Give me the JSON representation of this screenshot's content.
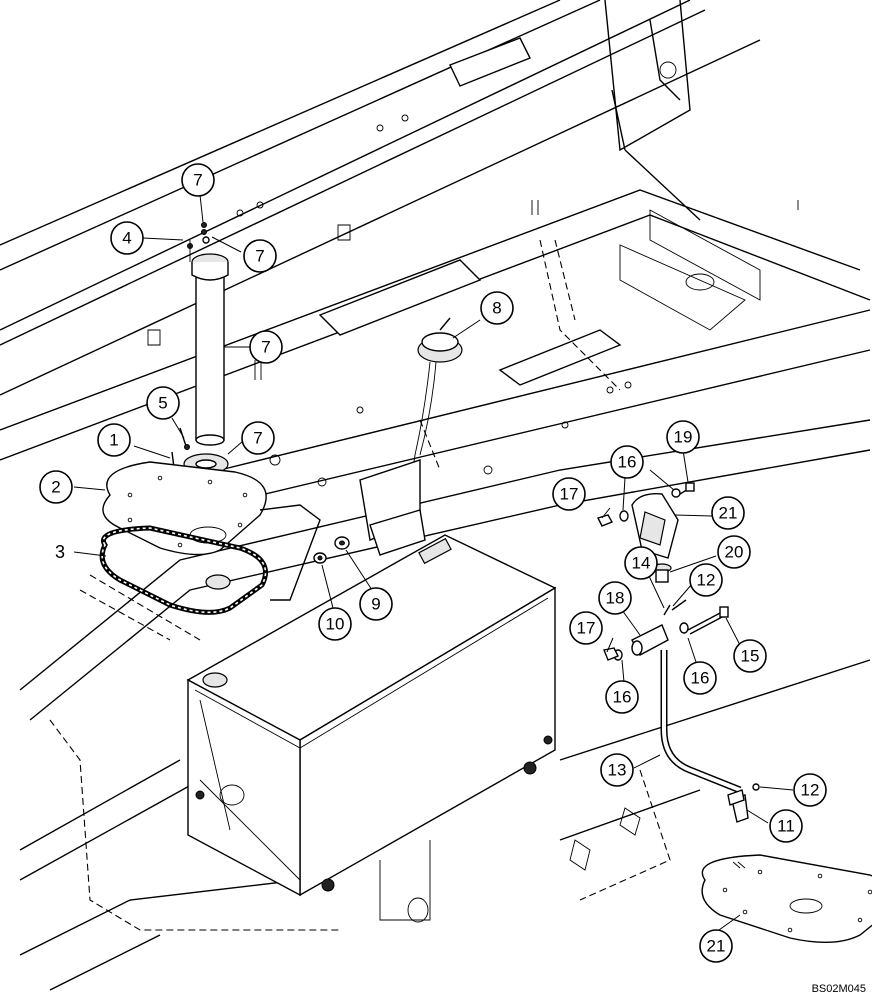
{
  "drawing_id": "BS02M045",
  "callouts": [
    {
      "label": "7"
    },
    {
      "label": "4"
    },
    {
      "label": "7"
    },
    {
      "label": "7"
    },
    {
      "label": "8"
    },
    {
      "label": "5"
    },
    {
      "label": "1"
    },
    {
      "label": "7"
    },
    {
      "label": "2"
    },
    {
      "label": "19"
    },
    {
      "label": "16"
    },
    {
      "label": "17"
    },
    {
      "label": "21"
    },
    {
      "label": "3"
    },
    {
      "label": "20"
    },
    {
      "label": "14"
    },
    {
      "label": "12"
    },
    {
      "label": "18"
    },
    {
      "label": "10"
    },
    {
      "label": "9"
    },
    {
      "label": "17"
    },
    {
      "label": "15"
    },
    {
      "label": "16"
    },
    {
      "label": "16"
    },
    {
      "label": "13"
    },
    {
      "label": "12"
    },
    {
      "label": "11"
    },
    {
      "label": "21"
    }
  ]
}
